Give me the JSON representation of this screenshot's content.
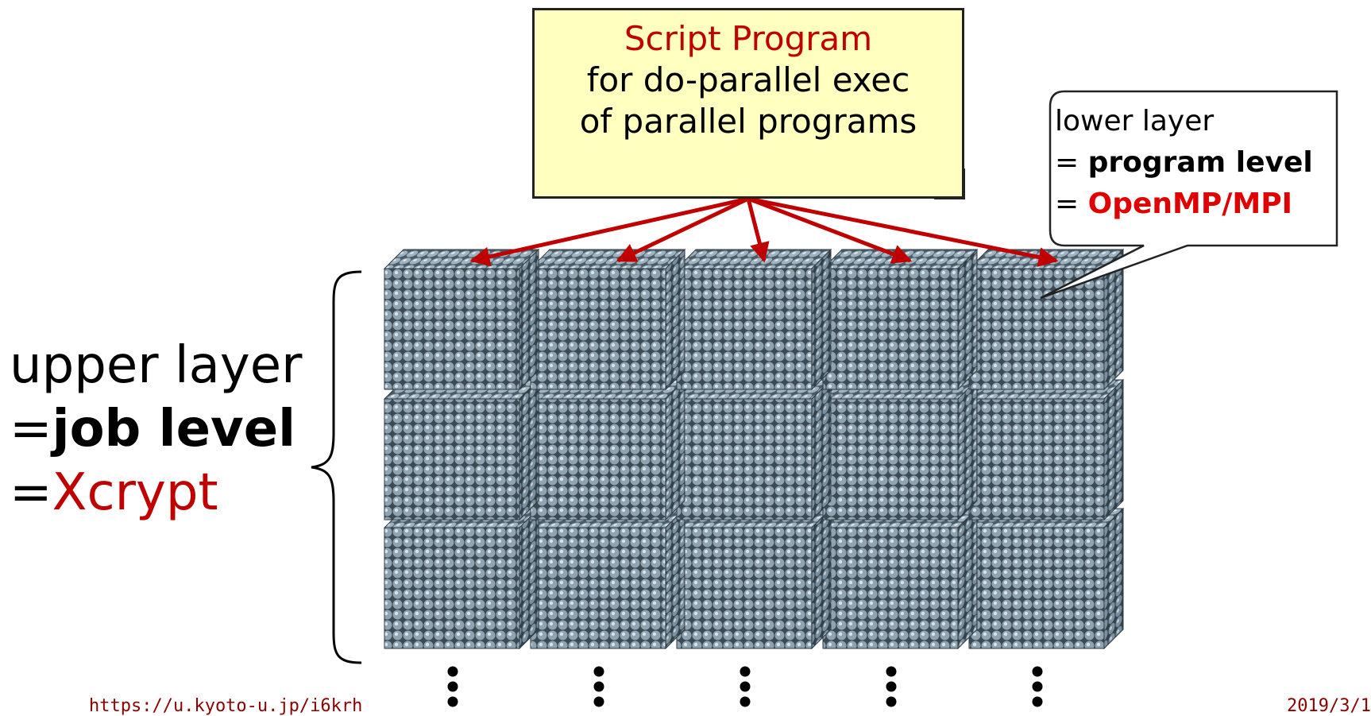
{
  "note": {
    "line1": "Script Program",
    "line2": "for do-parallel exec",
    "line3": "of parallel programs"
  },
  "callout": {
    "line1": "lower layer",
    "line2_prefix": "= ",
    "line2_bold": "program level",
    "line3_prefix": "= ",
    "line3_red": "OpenMP/MPI"
  },
  "left": {
    "line1": "upper layer",
    "line2_prefix": "=",
    "line2_bold": "job level",
    "line3_prefix": "=",
    "line3_red": "Xcrypt"
  },
  "grid": {
    "columns": 5,
    "rows": 3
  },
  "footer": {
    "url": "https://u.kyoto-u.jp/i6krh",
    "date": "2019/3/1"
  },
  "colors": {
    "arrow": "#c00000",
    "note_bg": "#ffffc0",
    "sphere": "#6f8796",
    "red_text": "#c00000"
  }
}
